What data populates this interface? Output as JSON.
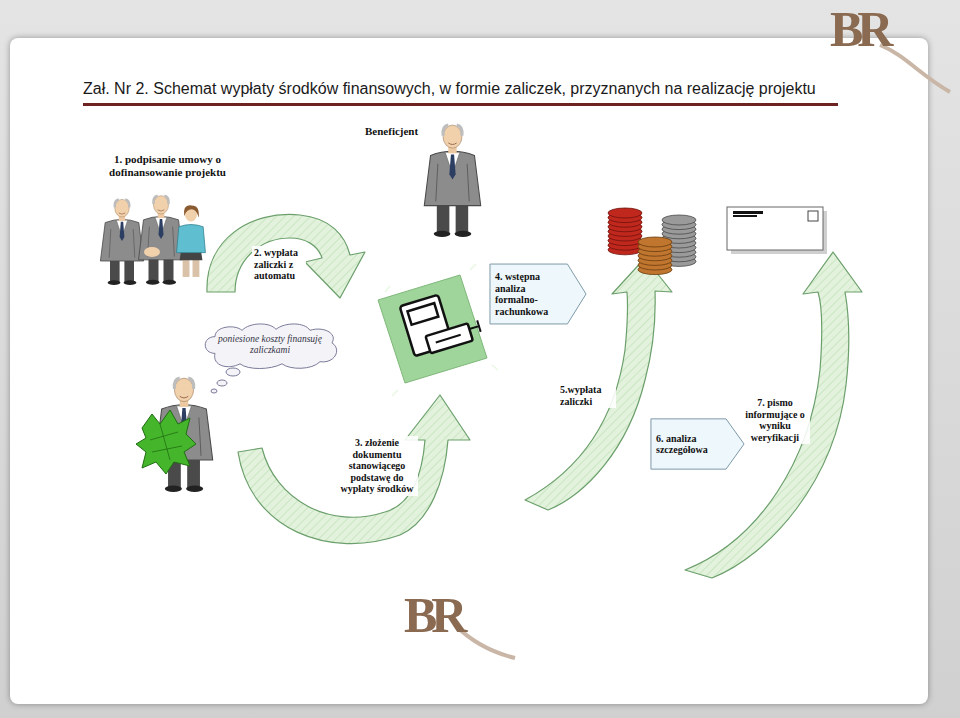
{
  "diagram": {
    "title": "Zał. Nr 2. Schemat wypłaty środków finansowych, w formie zaliczek, przyznanych na realizację projektu",
    "nodes": [
      {
        "text": [
          "poniesione koszty finansuję zaliczkami"
        ]
      },
      {
        "text": [
          "4. wstępna analiza formalno-rachunkowa"
        ]
      },
      {
        "text": [
          "6. analiza szczegółowa"
        ]
      }
    ],
    "labels": [
      "Beneficjent",
      "1. podpisanie umowy o dofinansowanie projektu",
      "2. wypłata zaliczki z automatu",
      "3. złożenie dokumentu stanowiącego podstawę do wypłaty środków",
      "5.wypłata zaliczki",
      "7. pismo informujące o wyniku weryfikacji",
      "BR",
      "BR"
    ]
  }
}
